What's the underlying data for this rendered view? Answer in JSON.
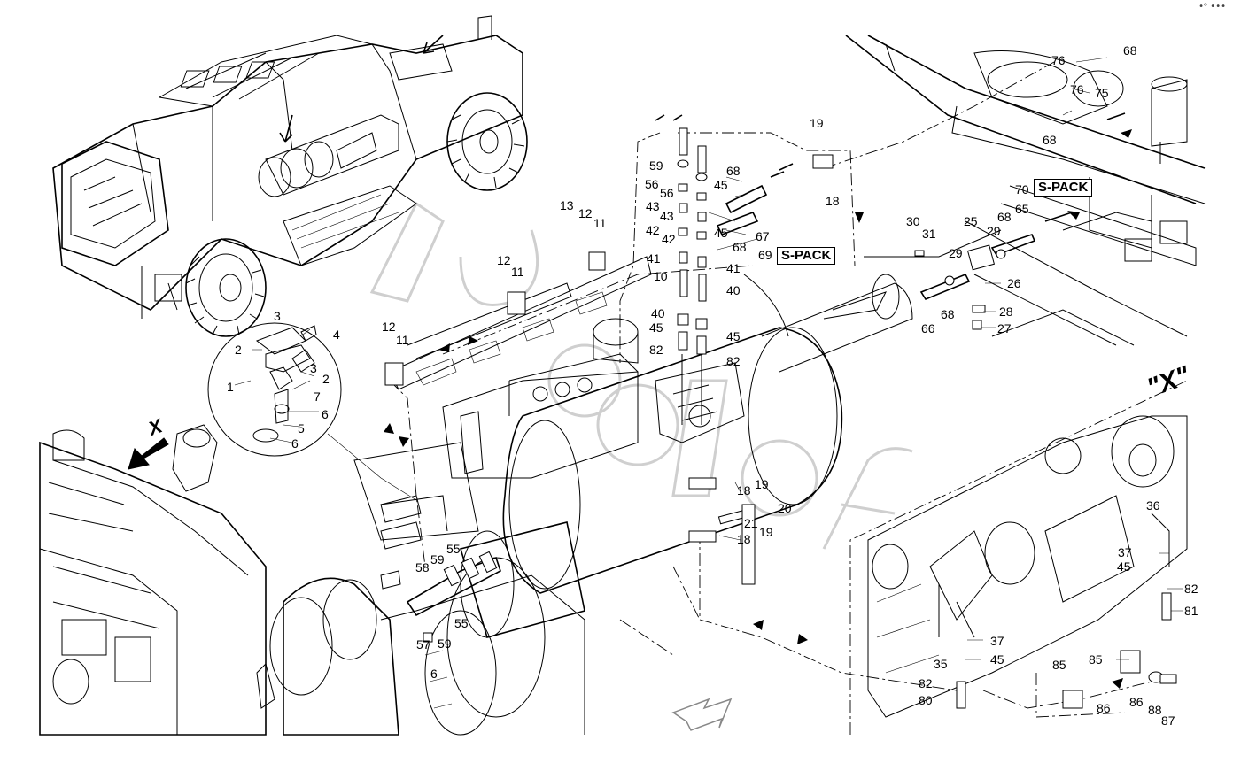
{
  "viewer": {
    "corner_icon": "ellipsis-icon",
    "corner_glyph": "•ᵒ •••"
  },
  "watermark": {
    "color": "#cccccc"
  },
  "accent_colors": {
    "line": "#000000",
    "background": "#ffffff"
  },
  "boxes": {
    "spack_69": "S-PACK",
    "spack_70": "S-PACK"
  },
  "view_marker": {
    "x_label": "\"X\"",
    "x_arrow": "X"
  },
  "callouts": [
    "76",
    "68",
    "76",
    "75",
    "68",
    "19",
    "18",
    "70",
    "59",
    "56",
    "56",
    "68",
    "45",
    "43",
    "43",
    "42",
    "42",
    "45",
    "68",
    "67",
    "69",
    "41",
    "41",
    "40",
    "40",
    "45",
    "45",
    "82",
    "82",
    "13",
    "12",
    "11",
    "12",
    "11",
    "10",
    "30",
    "31",
    "25",
    "29",
    "68",
    "65",
    "29",
    "26",
    "68",
    "66",
    "28",
    "27",
    "3",
    "4",
    "2",
    "3",
    "2",
    "1",
    "7",
    "6",
    "5",
    "6",
    "12",
    "11",
    "18",
    "19",
    "20",
    "21",
    "18",
    "19",
    "58",
    "59",
    "55",
    "59",
    "55",
    "57",
    "6",
    "36",
    "37",
    "45",
    "82",
    "81",
    "37",
    "35",
    "45",
    "82",
    "80",
    "85",
    "85",
    "86",
    "86",
    "88",
    "87"
  ]
}
